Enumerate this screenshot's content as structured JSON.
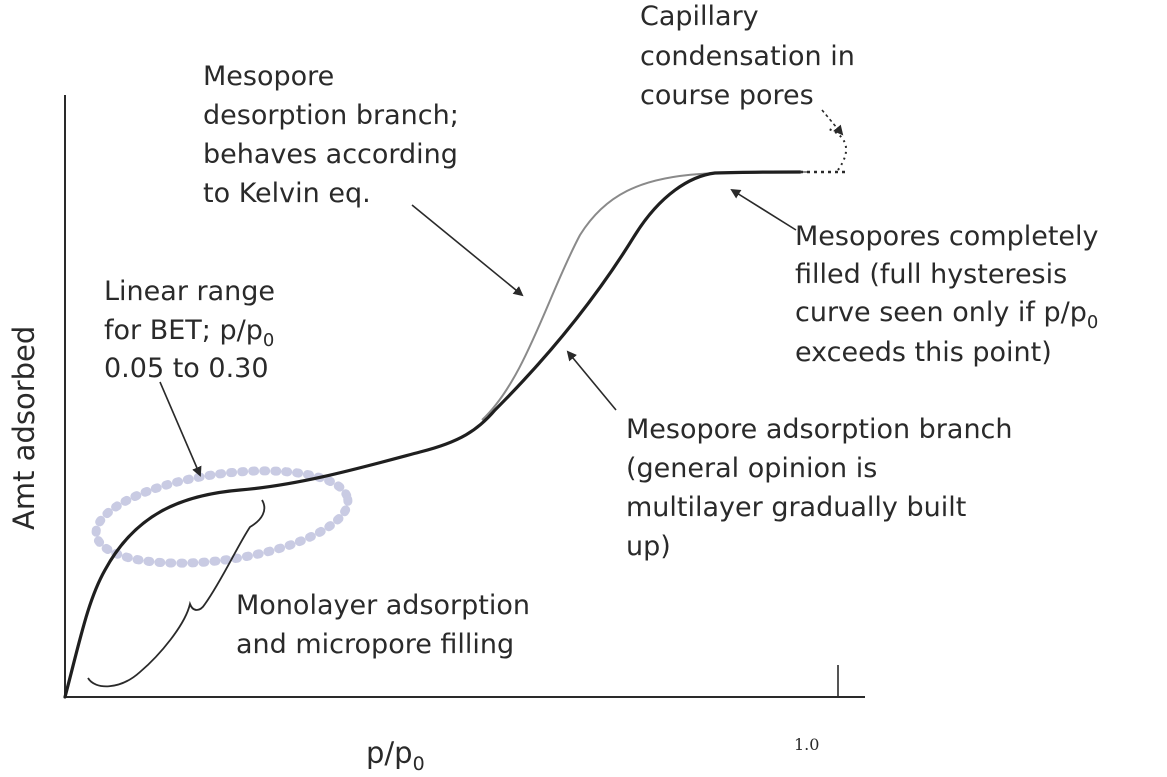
{
  "axes": {
    "x_title": "p/p",
    "x_title_sub": "0",
    "y_title": "Amt adsorbed",
    "x_tick": "1.0"
  },
  "annotations": {
    "capillary": [
      "Capillary",
      "condensation in",
      "course pores"
    ],
    "desorption": [
      "Mesopore",
      "desorption branch;",
      "behaves according",
      "to Kelvin eq."
    ],
    "bet_line1": "Linear range",
    "bet_line2": "for BET; p/p",
    "bet_line2_sub": "0",
    "bet_line3": "0.05 to 0.30",
    "filled_line1": "Mesopores completely",
    "filled_line2": "filled (full hysteresis",
    "filled_line3": "curve seen only if p/p",
    "filled_line3_sub": "0",
    "filled_line4": "exceeds this point)",
    "adsorption": [
      "Mesopore adsorption branch",
      "(general opinion is",
      "multilayer gradually built",
      "up)"
    ],
    "monolayer": [
      "Monolayer adsorption",
      "and micropore filling"
    ]
  },
  "colors": {
    "axis": "#2a2a2a",
    "adsorption_branch": "#1f1f1f",
    "desorption_branch": "#8a8a8a",
    "bet_ellipse": "#c9cbe3",
    "text": "#2a2a2a"
  }
}
